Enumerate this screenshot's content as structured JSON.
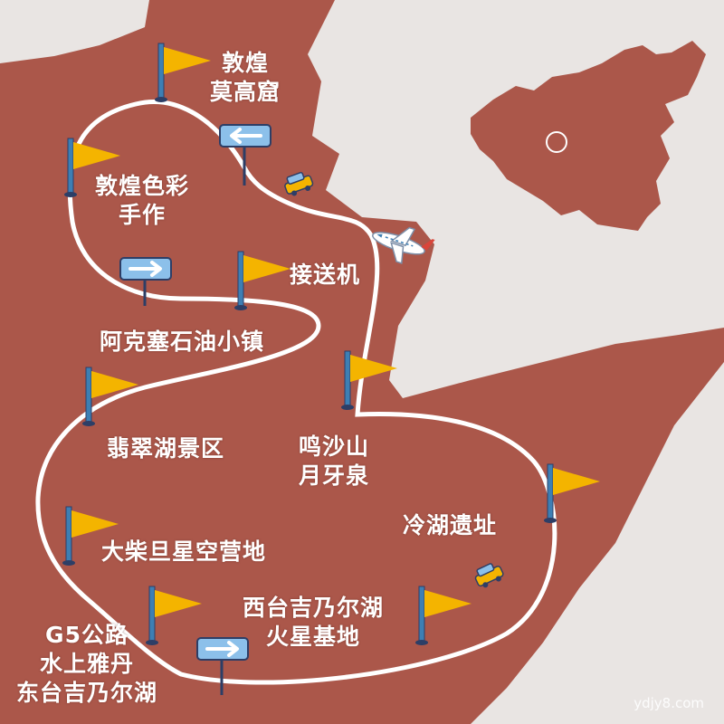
{
  "colors": {
    "land": "#ab574a",
    "background": "#e9e5e3",
    "route": "#ffffff",
    "flag": "#f4b400",
    "pole": "#3d7fb4",
    "sign": "#8cc0ea"
  },
  "places": {
    "dunhuang_mogao": [
      "敦煌",
      "莫高窟"
    ],
    "dunhuang_color": [
      "敦煌色彩",
      "手作"
    ],
    "airport_transfer": "接送机",
    "aksay_town": "阿克塞石油小镇",
    "emerald_lake": "翡翠湖景区",
    "mingsha": [
      "鸣沙山",
      "月牙泉"
    ],
    "lenghu_ruins": "冷湖遗址",
    "dachaidan_camp": "大柴旦星空营地",
    "xitai_mars": [
      "西台吉乃尔湖",
      "火星基地"
    ],
    "g5_dongtai": [
      "G5公路",
      "水上雅丹",
      "东台吉乃尔湖"
    ]
  },
  "watermark": "ydjy8.com",
  "icons": {
    "flag": "flag-icon",
    "arrow_sign": "arrow-sign-icon",
    "car": "car-icon",
    "airplane": "airplane-icon",
    "china_map": "china-map-icon",
    "location": "location-circle-icon"
  }
}
